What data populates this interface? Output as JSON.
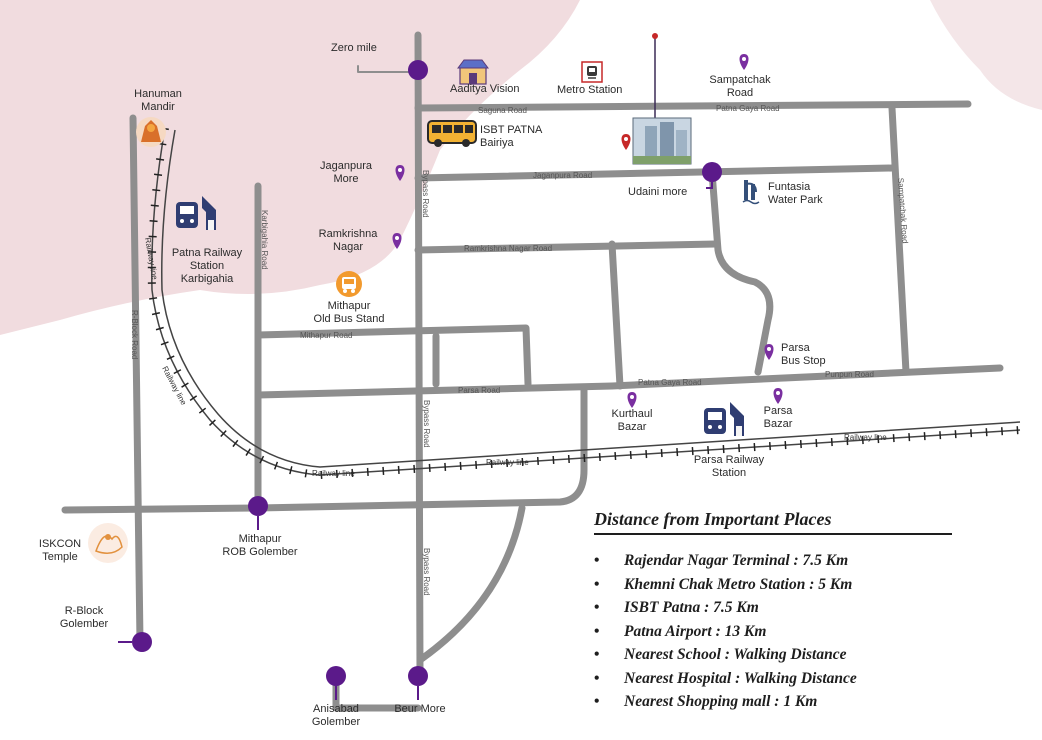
{
  "colors": {
    "road": "#8e8e8e",
    "marker_purple": "#5b1a8a",
    "pin_purple": "#7a2fa0",
    "blush_shade": "#f1dcdf",
    "bus_orange": "#f29a2e",
    "project_red": "#c62828",
    "text": "#2b2b2b"
  },
  "places": {
    "zero_mile": "Zero mile",
    "hanuman_mandir": "Hanuman\nMandir",
    "aaditya_vision": "Aaditya Vision",
    "metro_station": "Metro Station",
    "sampatchak_road": "Sampatchak\nRoad",
    "isbt_patna": "ISBT PATNA\nBairiya",
    "jaganpura_more": "Jaganpura\nMore",
    "udaini_more": "Udaini more",
    "funtasia_water_park": "Funtasia\nWater Park",
    "patna_railway_station": "Patna Railway\nStation\nKarbigahia",
    "ramkrishna_nagar": "Ramkrishna\nNagar",
    "mithapur_old_bus_stand": "Mithapur\nOld Bus Stand",
    "parsa_bus_stop": "Parsa\nBus Stop",
    "kurthaul_bazar": "Kurthaul\nBazar",
    "parsa_bazar": "Parsa\nBazar",
    "parsa_railway_station": "Parsa Railway\nStation",
    "iskcon_temple": "ISKCON\nTemple",
    "mithapur_rob_golember": "Mithapur\nROB Golember",
    "r_block_golember": "R-Block\nGolember",
    "anisabad_golember": "Anisabad\nGolember",
    "beur_more": "Beur More"
  },
  "roads": {
    "saguna_road": "Saguna Road",
    "patna_gaya_road_top": "Patna Gaya Road",
    "jaganpura_road": "Jaganpura Road",
    "ramkrishna_nagar_road": "Ramkrishna Nagar Road",
    "mithapur_road": "Mithapur Road",
    "parsa_road": "Parsa Road",
    "patna_gaya_road": "Patna Gaya Road",
    "punpun_road": "Punpun Road",
    "railway_line": "Railway line",
    "r_block_road": "R-Block Road",
    "karbigahia_road": "Karbigahia Road",
    "bypass_road": "Bypass Road"
  },
  "distances": {
    "title": "Distance from Important Places",
    "items": [
      "Rajendar Nagar Terminal : 7.5 Km",
      "Khemni Chak Metro Station : 5 Km",
      "ISBT Patna : 7.5 Km",
      "Patna Airport : 13 Km",
      "Nearest School : Walking Distance",
      "Nearest Hospital : Walking Distance",
      "Nearest Shopping mall : 1 Km"
    ]
  }
}
